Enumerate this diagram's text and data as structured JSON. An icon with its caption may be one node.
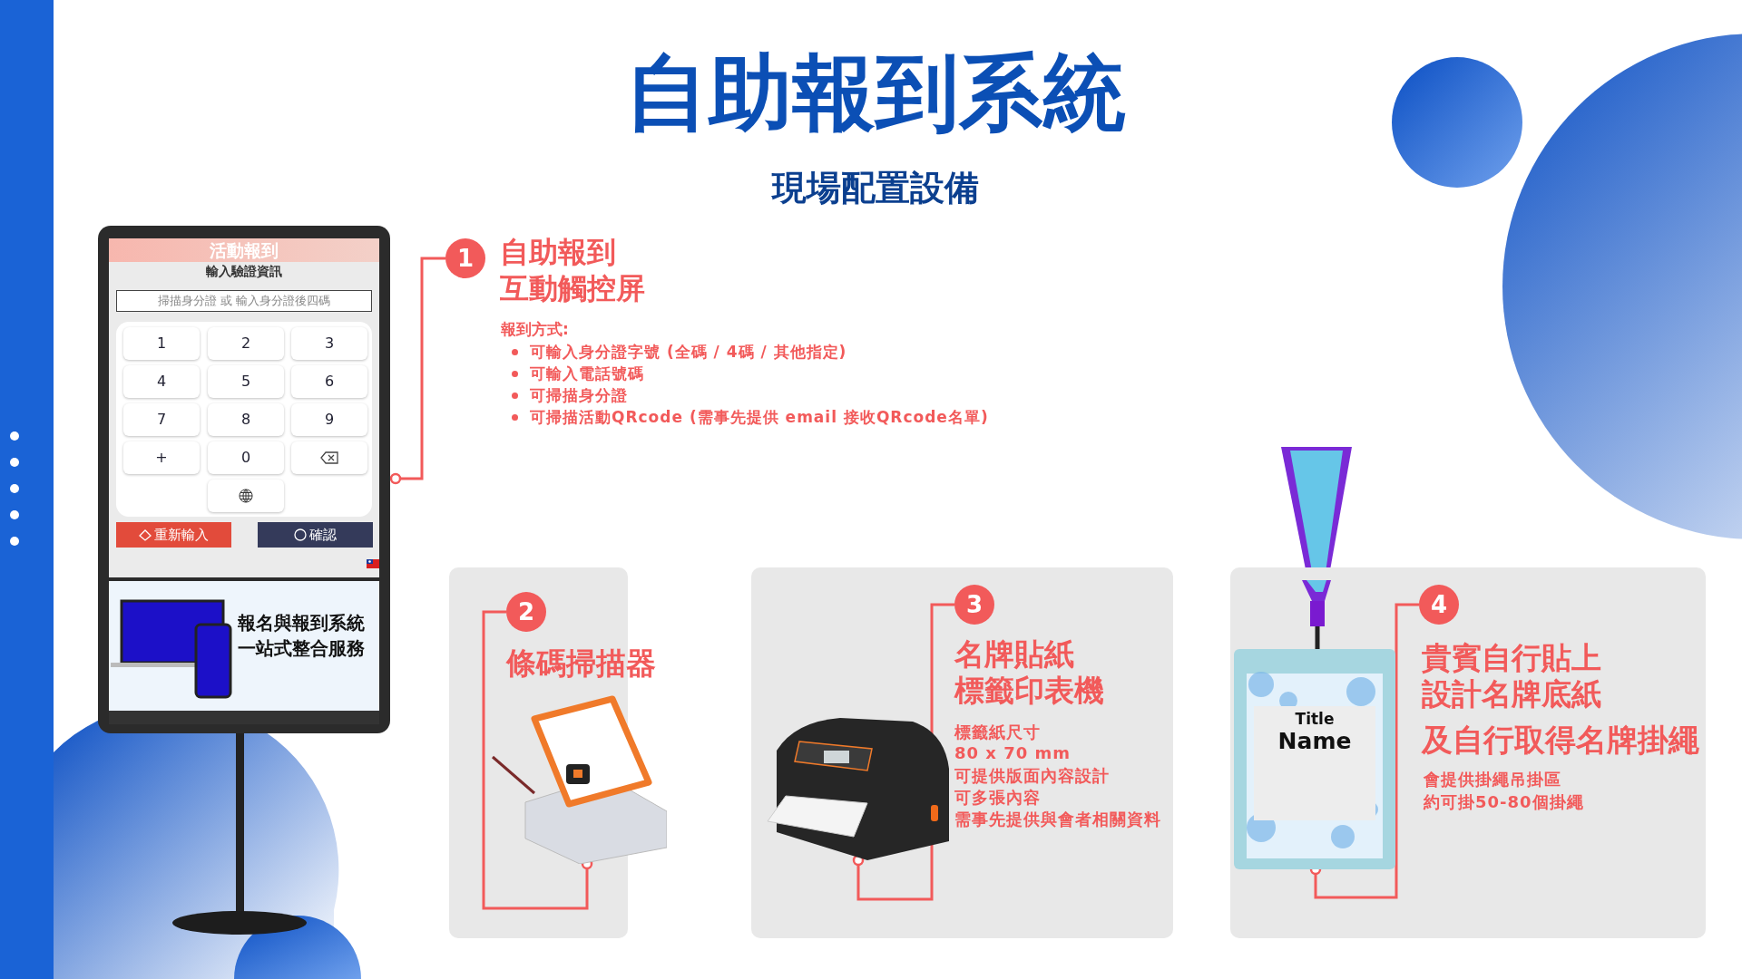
{
  "diagram": {
    "title": "自助報到系統",
    "nodes": [
      {
        "text": [
          "活動報到",
          "輸入驗證資訊",
          "掃描身分證 或 輸入身分證後四碼",
          "1",
          "2",
          "3",
          "4",
          "5",
          "6",
          "7",
          "8",
          "9",
          "+",
          "0",
          "重新輸入",
          "確認",
          "報名與報到系統一站式整合服務"
        ]
      },
      {
        "text": [
          "1"
        ],
        "beside": [
          "自助報到互動觸控屏",
          "報到方式:",
          "可輸入身分證字號 (全碼 / 4碼 / 其他指定)",
          "可輸入電話號碼",
          "可掃描身分證",
          "可掃描活動QRcode (需事先提供 email 接收QRcode名單)"
        ]
      },
      {
        "text": [
          "條碼掃描器"
        ]
      },
      {
        "text": [
          "2"
        ],
        "in": 2
      },
      {
        "text": [],
        "shape": "picture"
      },
      {
        "text": [
          "名牌貼紙標籤印表機",
          "標籤紙尺寸",
          "80 x 70 mm",
          "可提供版面內容設計",
          "可多張內容",
          "需事先提供與會者相關資料"
        ]
      },
      {
        "text": [
          "3"
        ],
        "in": 5
      },
      {
        "text": [],
        "shape": "picture",
        "in": 5
      },
      {
        "text": [
          "貴賓自行貼上設計名牌底紙",
          "及自行取得名牌掛繩",
          "會提供掛繩吊掛區",
          "約可掛50-80個掛繩"
        ]
      },
      {
        "text": [
          "4"
        ],
        "in": 8
      },
      {
        "text": [
          "Title",
          "Name"
        ],
        "in": 8
      }
    ],
    "edges": [
      {
        "from": 1,
        "to": 0,
        "arrow": "other"
      },
      {
        "from": 3,
        "to": 4,
        "arrow": "other"
      },
      {
        "from": 6,
        "to": 7,
        "arrow": "other"
      },
      {
        "from": 9,
        "to": 10,
        "arrow": "other"
      }
    ],
    "labels": [
      "現場配置設備"
    ]
  }
}
